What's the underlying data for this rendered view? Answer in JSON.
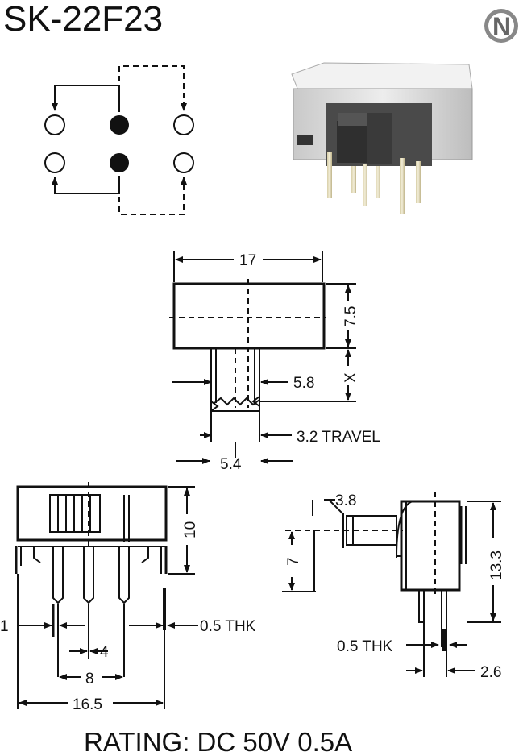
{
  "title": "SK-22F23",
  "logo_letter": "N",
  "rating": "RATING: DC 50V 0.5A",
  "dimensions": {
    "top_width": "17",
    "body_height": "7.5",
    "actuator_extension": "X",
    "actuator_width": "5.8",
    "travel": "3.2 TRAVEL",
    "actuator_base": "5.4",
    "side_height": "10",
    "pin_pitch_small": "1",
    "pin_thickness_front": "0.5 THK",
    "pin_spacing": "4",
    "pin_span": "8",
    "overall_length": "16.5",
    "knob_width": "3.8",
    "knob_offset": "7",
    "end_height": "13.3",
    "pin_thickness_end": "0.5 THK",
    "end_pin_pitch": "2.6"
  }
}
